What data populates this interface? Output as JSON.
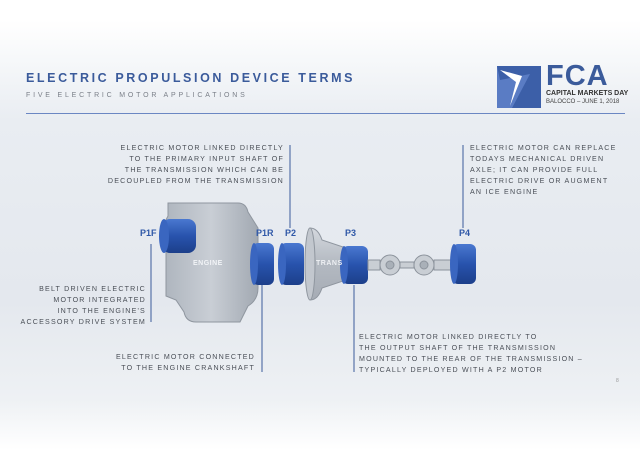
{
  "header": {
    "title": "ELECTRIC PROPULSION DEVICE TERMS",
    "subtitle": "FIVE ELECTRIC MOTOR APPLICATIONS"
  },
  "logo": {
    "brand": "FCA",
    "event": "CAPITAL MARKETS DAY",
    "date": "BALOCCO – JUNE 1, 2018"
  },
  "labels": {
    "p1f": "P1F",
    "p1r": "P1R",
    "p2": "P2",
    "p3": "P3",
    "p4": "P4",
    "engine": "ENGINE",
    "trans": "TRANS"
  },
  "callouts": {
    "p2": "ELECTRIC MOTOR LINKED DIRECTLY\nTO THE PRIMARY INPUT SHAFT OF\nTHE TRANSMISSION WHICH CAN BE\nDECOUPLED FROM THE TRANSMISSION",
    "p4": "ELECTRIC MOTOR CAN REPLACE\nTODAYS MECHANICAL DRIVEN\nAXLE; IT CAN PROVIDE FULL\nELECTRIC DRIVE OR AUGMENT\nAN ICE ENGINE",
    "p1f": "BELT DRIVEN ELECTRIC\nMOTOR INTEGRATED\nINTO THE ENGINE'S\nACCESSORY DRIVE SYSTEM",
    "p1r": "ELECTRIC MOTOR CONNECTED\nTO THE ENGINE CRANKSHAFT",
    "p3": "ELECTRIC MOTOR LINKED DIRECTLY TO\nTHE OUTPUT SHAFT OF THE TRANSMISSION\nMOUNTED TO THE REAR OF THE TRANSMISSION –\nTYPICALLY DEPLOYED WITH A P2 MOTOR"
  },
  "page_number": "8",
  "colors": {
    "accent": "#3b5b9b",
    "motor": "#2c57b0",
    "housing": "#b9c0c8"
  }
}
